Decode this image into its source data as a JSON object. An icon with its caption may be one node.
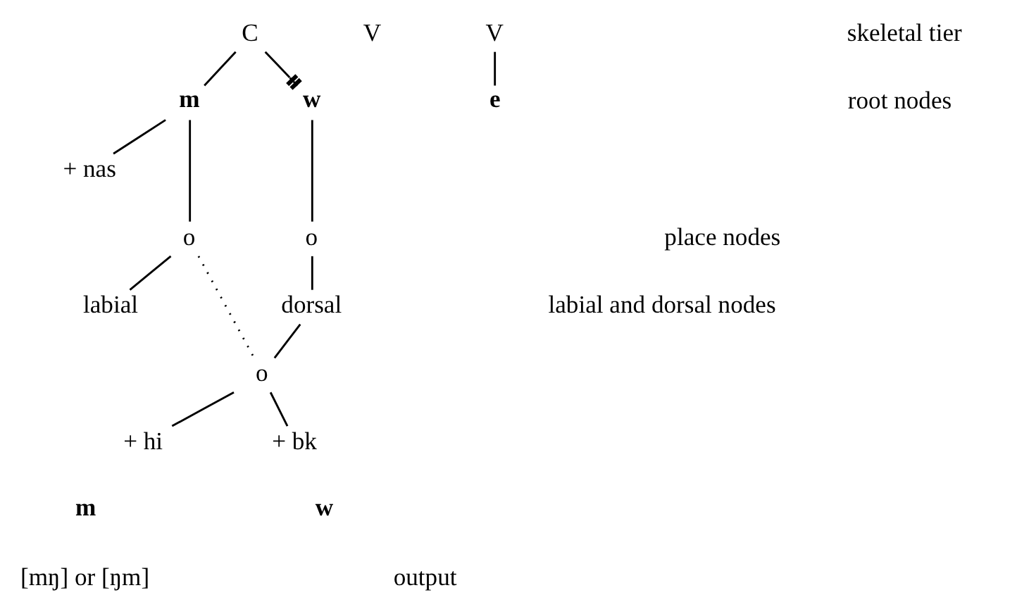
{
  "diagram": {
    "nodes": [
      {
        "text": [
          "C"
        ]
      },
      {
        "text": [
          "V"
        ]
      },
      {
        "text": [
          "V"
        ]
      },
      {
        "text": [
          "m"
        ]
      },
      {
        "text": [
          "w"
        ]
      },
      {
        "text": [
          "e"
        ]
      },
      {
        "text": [
          "+ nas"
        ]
      },
      {
        "text": [
          "o"
        ]
      },
      {
        "text": [
          "o"
        ]
      },
      {
        "text": [
          "labial"
        ]
      },
      {
        "text": [
          "dorsal"
        ]
      },
      {
        "text": [
          "o"
        ]
      },
      {
        "text": [
          "+ hi"
        ]
      },
      {
        "text": [
          "+ bk"
        ]
      }
    ],
    "edges": [
      {
        "from": 0,
        "to": 3,
        "arrow": "none"
      },
      {
        "from": 0,
        "to": 4,
        "arrow": "other"
      },
      {
        "from": 2,
        "to": 5,
        "arrow": "none"
      },
      {
        "from": 3,
        "to": 6,
        "arrow": "none"
      },
      {
        "from": 3,
        "to": 7,
        "arrow": "none"
      },
      {
        "from": 4,
        "to": 8,
        "arrow": "none"
      },
      {
        "from": 7,
        "to": 9,
        "arrow": "none"
      },
      {
        "from": 8,
        "to": 10,
        "arrow": "none"
      },
      {
        "from": 7,
        "to": 11,
        "arrow": "none",
        "style": "dashed"
      },
      {
        "from": 10,
        "to": 11,
        "arrow": "none"
      },
      {
        "from": 11,
        "to": 12,
        "arrow": "none"
      },
      {
        "from": 11,
        "to": 13,
        "arrow": "none"
      }
    ],
    "labels": [
      "skeletal tier",
      "root nodes",
      "place nodes",
      "labial and dorsal nodes",
      "m",
      "w",
      "[mŋ] or [ŋm]",
      "output"
    ]
  }
}
